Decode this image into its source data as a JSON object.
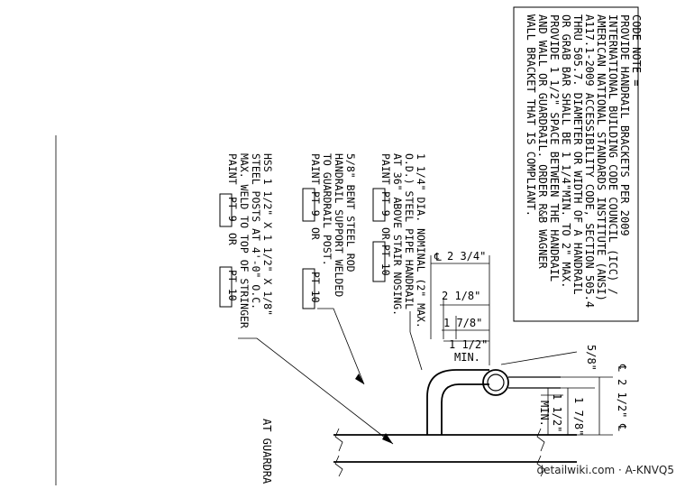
{
  "code_note": [
    "CODE NOTE =",
    "PROVIDE HANDRAIL BRACKETS PER 2009",
    "INTERNATIONAL BUILDING CODE COUNCIL (ICC) /",
    "AMERICAN NATIONAL STANDARDS INSTITUTE (ANSI)",
    "A117.1-2009 ACCESSIBILITY CODE, SECTION 505.4",
    "THRU 505.7. DIAMETER OR WIDTH OF A HANDRAIL",
    "OR GRAB BAR SHALL BE 1 1/4\"MIN. TO 2\" MAX.",
    "PROVIDE 1 1/2\" SPACE BETWEEN THE HANDRAIL",
    "AND WALL OR GUARDRAIL. ORDER R&B WAGNER",
    "WALL BRACKET THAT IS COMPLIANT."
  ],
  "note_pipe": [
    "1 1/4\" DIA. NOMINAL (2\" MAX.",
    "O.D.) STEEL PIPE HANDRAIL",
    "AT 36\" ABOVE STAIR NOSING."
  ],
  "note_rod": [
    "5/8\" BENT STEEL ROD",
    "HANDRAIL SUPPORT WELDED",
    "TO GUARDRAIL POST."
  ],
  "note_hss": [
    "HSS 1 1/2\" X 1 1/2\" X 1/8\"",
    "STEEL POSTS AT 4'-0\" O.C.",
    "MAX. WELD TO TOP OF STRINGER"
  ],
  "paint_word": "PAINT",
  "or_word": "OR",
  "pt9": "PT-9",
  "pt10": "PT-10",
  "dims": {
    "d1": "2 3/4\"",
    "d2": "2 1/8\"",
    "d3": "1 7/8\"",
    "d4": "1 1/2\"",
    "d4b": "MIN.",
    "d5": "5/8\"",
    "d6": "2 1/2\"",
    "d7": "1 7/8\"",
    "d8": "1 1/2\"",
    "d8b": "MIN.",
    "cl": "℄"
  },
  "guardrail_label": "AT GUARDRA",
  "footer": "detailwiki.com · A-KNVQ5"
}
